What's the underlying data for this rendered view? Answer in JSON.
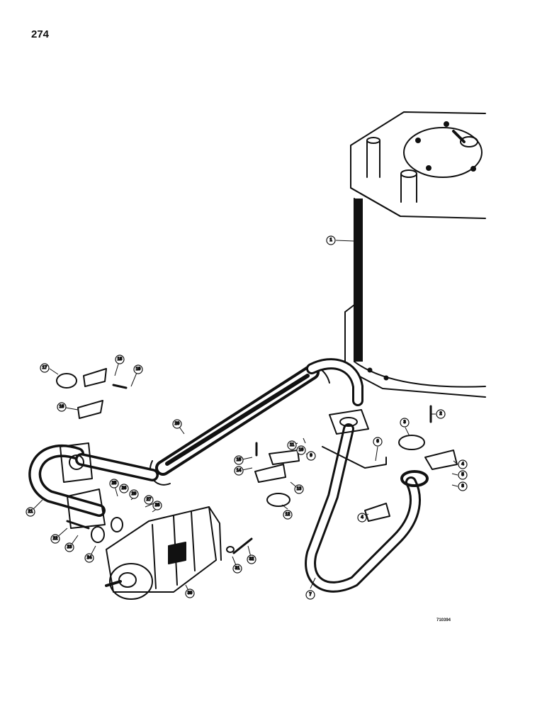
{
  "page": {
    "number": "274",
    "figure_code": "710394"
  },
  "callouts": [
    {
      "id": "c1",
      "text": "1"
    },
    {
      "id": "c2",
      "text": "2"
    },
    {
      "id": "c3",
      "text": "3"
    },
    {
      "id": "c4a",
      "text": "4"
    },
    {
      "id": "c4b",
      "text": "4"
    },
    {
      "id": "c5",
      "text": "5"
    },
    {
      "id": "c6",
      "text": "6"
    },
    {
      "id": "c7",
      "text": "7"
    },
    {
      "id": "c8",
      "text": "8"
    },
    {
      "id": "c9",
      "text": "9"
    },
    {
      "id": "c10",
      "text": "10"
    },
    {
      "id": "c11",
      "text": "11"
    },
    {
      "id": "c12",
      "text": "12"
    },
    {
      "id": "c13",
      "text": "13"
    },
    {
      "id": "c14",
      "text": "14"
    },
    {
      "id": "c15",
      "text": "15"
    },
    {
      "id": "c16",
      "text": "16"
    },
    {
      "id": "c17",
      "text": "17"
    },
    {
      "id": "c18",
      "text": "18"
    },
    {
      "id": "c19",
      "text": "19"
    },
    {
      "id": "c20",
      "text": "20"
    },
    {
      "id": "c21",
      "text": "21"
    },
    {
      "id": "c22",
      "text": "22"
    },
    {
      "id": "c23",
      "text": "23"
    },
    {
      "id": "c24",
      "text": "24"
    },
    {
      "id": "c25",
      "text": "25"
    },
    {
      "id": "c26",
      "text": "26"
    },
    {
      "id": "c27",
      "text": "27"
    },
    {
      "id": "c28",
      "text": "28"
    },
    {
      "id": "c29",
      "text": "29"
    },
    {
      "id": "c30",
      "text": "30"
    },
    {
      "id": "c31",
      "text": "31"
    },
    {
      "id": "c32",
      "text": "32"
    }
  ]
}
